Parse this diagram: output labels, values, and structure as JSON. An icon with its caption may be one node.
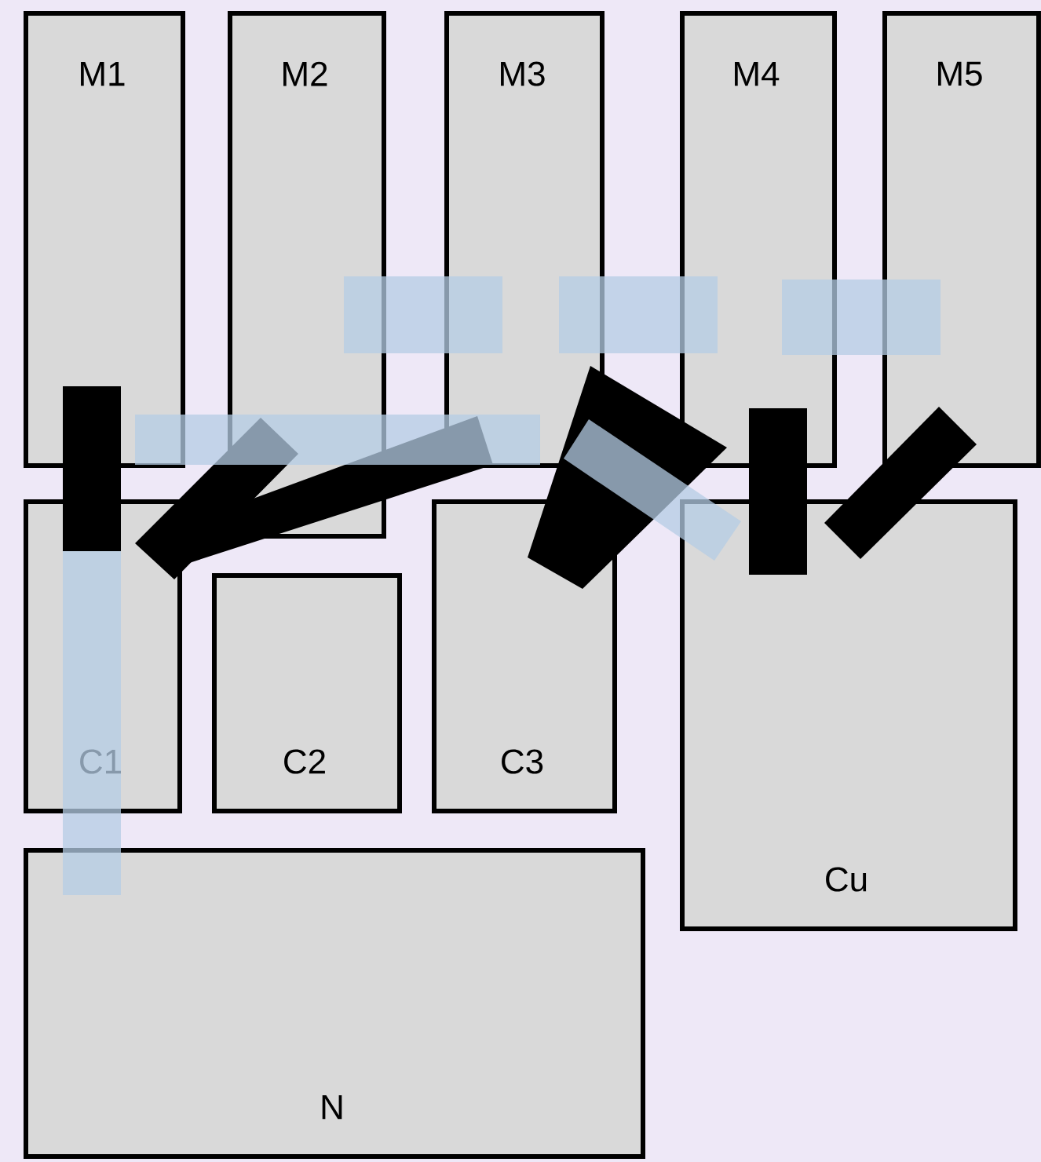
{
  "diagram": {
    "nodes": [
      {
        "text": [
          "M1"
        ]
      },
      {
        "text": [
          "M2"
        ]
      },
      {
        "text": [
          "M3"
        ]
      },
      {
        "text": [
          "M4"
        ]
      },
      {
        "text": [
          "M5"
        ]
      },
      {
        "text": [
          "C1"
        ]
      },
      {
        "text": [
          "C2"
        ]
      },
      {
        "text": [
          "C3"
        ]
      },
      {
        "text": [
          "Cu"
        ]
      },
      {
        "text": [
          "N"
        ]
      }
    ]
  }
}
